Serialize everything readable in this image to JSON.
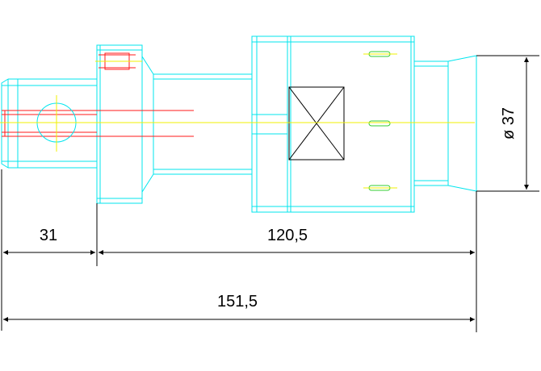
{
  "drawing": {
    "colors": {
      "outline": "#00e5ee",
      "centerline": "#f0f000",
      "thread": "#ff1a1a",
      "slot": "#33cc33",
      "dimension": "#000000",
      "background": "#ffffff"
    },
    "dimensions": {
      "left_length": "31",
      "body_length": "120,5",
      "total_length": "151,5",
      "diameter": "ø 37"
    }
  }
}
